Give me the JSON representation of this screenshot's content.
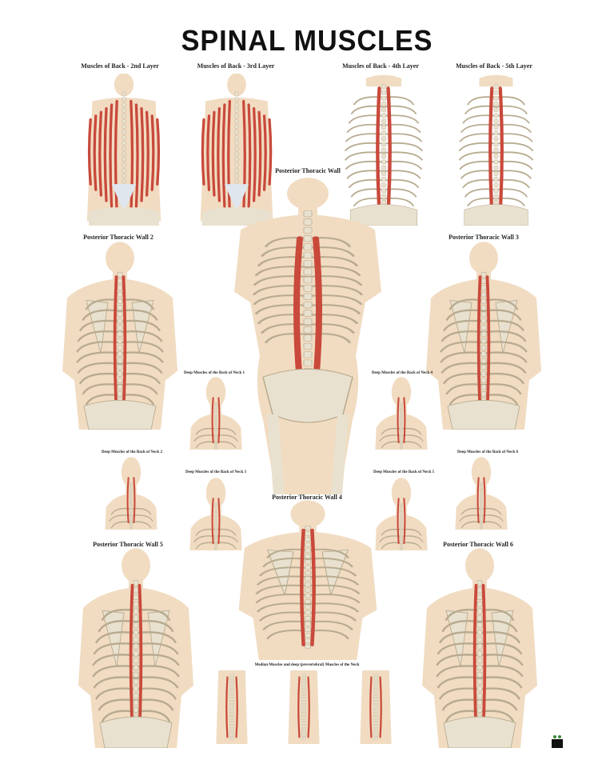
{
  "title": "SPINAL MUSCLES",
  "colors": {
    "skin": "#f1dcc2",
    "bone": "#e9e1cf",
    "bone_line": "#b8ab90",
    "muscle": "#c9493b",
    "tendon": "#dfe6ee"
  },
  "panels": {
    "layer2": {
      "heading": "Muscles of Back - 2nd Layer"
    },
    "layer3": {
      "heading": "Muscles of Back - 3rd Layer"
    },
    "layer4": {
      "heading": "Muscles of Back - 4th Layer"
    },
    "layer5": {
      "heading": "Muscles of Back - 5th Layer"
    },
    "wall1": {
      "heading": "Posterior Thoracic Wall"
    },
    "wall2": {
      "heading": "Posterior Thoracic Wall 2"
    },
    "wall3": {
      "heading": "Posterior Thoracic Wall 3"
    },
    "wall4": {
      "heading": "Posterior Thoracic Wall 4"
    },
    "wall5": {
      "heading": "Posterior Thoracic Wall 5"
    },
    "wall6": {
      "heading": "Posterior Thoracic Wall 6"
    },
    "neck1": {
      "heading": "Deep Muscles of the Back of Neck 1"
    },
    "neck2": {
      "heading": "Deep Muscles of the Back of Neck 2"
    },
    "neck3": {
      "heading": "Deep Muscles of the Back of Neck 3"
    },
    "neck4": {
      "heading": "Deep Muscles of the Back of Neck 4"
    },
    "neck5": {
      "heading": "Deep Muscles of the Back of Neck 5"
    },
    "neck6": {
      "heading": "Deep Muscles of the Back of Neck 6"
    },
    "median": {
      "heading": "Median Muscles and deep (prevertebral) Muscles of the Neck"
    }
  }
}
